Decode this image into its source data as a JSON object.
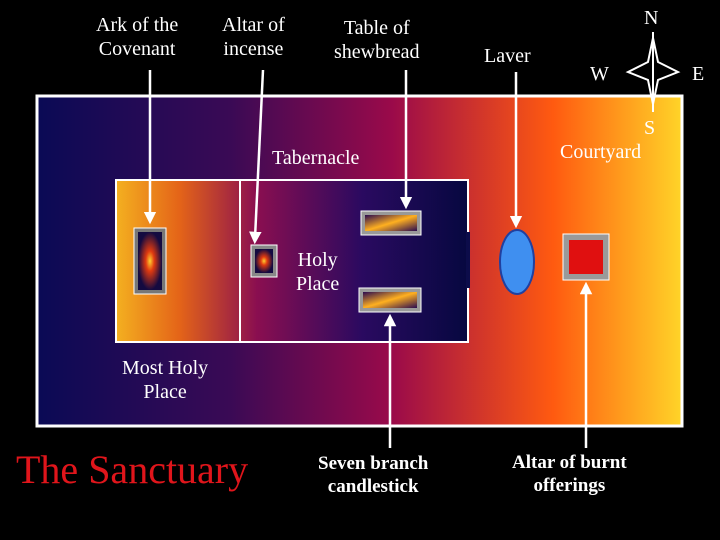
{
  "labels": {
    "ark": "Ark of the\nCovenant",
    "altar_incense": "Altar of\nincense",
    "table": "Table of\nshewbread",
    "laver": "Laver",
    "north": "N",
    "west": "W",
    "east": "E",
    "south": "S",
    "courtyard": "Courtyard",
    "tabernacle": "Tabernacle",
    "holy_place": "Holy\nPlace",
    "most_holy_place": "Most Holy\nPlace",
    "sanctuary": "The Sanctuary",
    "candlestick": "Seven branch\ncandlestick",
    "altar_burnt": "Altar of burnt\nofferings"
  },
  "colors": {
    "sanctuary_title": "#e0151b",
    "laver": "#3f8ff0",
    "altar_burnt": "#e01010"
  }
}
